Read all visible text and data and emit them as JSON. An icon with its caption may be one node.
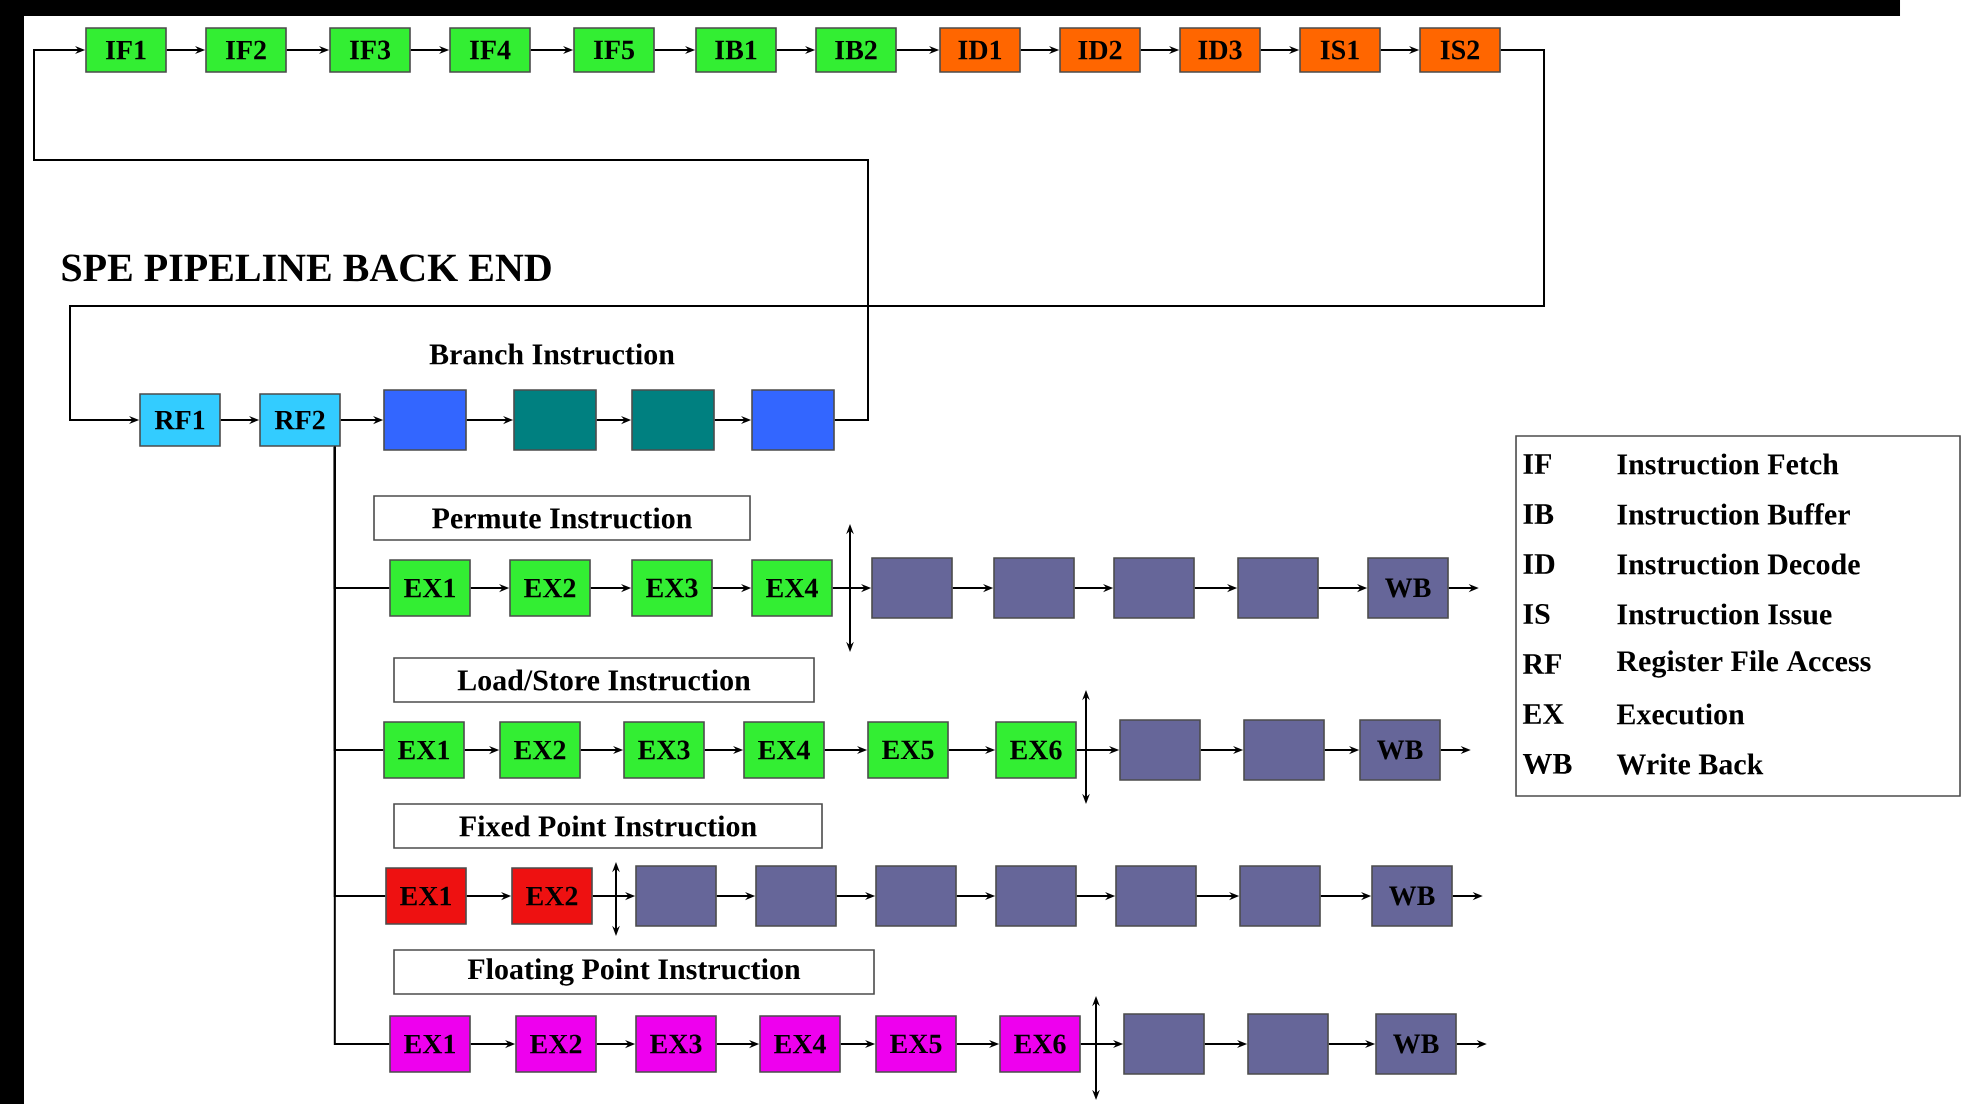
{
  "diagram": {
    "nodes": [
      {
        "text": [
          "IF1"
        ]
      },
      {
        "text": [
          "IF2"
        ]
      },
      {
        "text": [
          "IF3"
        ]
      },
      {
        "text": [
          "IF4"
        ]
      },
      {
        "text": [
          "IF5"
        ]
      },
      {
        "text": [
          "IB1"
        ]
      },
      {
        "text": [
          "IB2"
        ]
      },
      {
        "text": [
          "ID1"
        ]
      },
      {
        "text": [
          "ID2"
        ]
      },
      {
        "text": [
          "ID3"
        ]
      },
      {
        "text": [
          "IS1"
        ]
      },
      {
        "text": [
          "IS2"
        ]
      },
      {
        "text": [
          "RF1"
        ]
      },
      {
        "text": [
          "RF2"
        ]
      },
      {
        "text": [],
        "shape": "box"
      },
      {
        "text": [],
        "shape": "box"
      },
      {
        "text": [],
        "shape": "box"
      },
      {
        "text": [],
        "shape": "box"
      },
      {
        "text": [
          "Permute Instruction"
        ]
      },
      {
        "text": [
          "EX1"
        ]
      },
      {
        "text": [
          "EX2"
        ]
      },
      {
        "text": [
          "EX3"
        ]
      },
      {
        "text": [
          "EX4"
        ]
      },
      {
        "text": [],
        "shape": "box"
      },
      {
        "text": [],
        "shape": "box"
      },
      {
        "text": [],
        "shape": "box"
      },
      {
        "text": [],
        "shape": "box"
      },
      {
        "text": [
          "WB"
        ]
      },
      {
        "text": [
          "Load/Store Instruction"
        ]
      },
      {
        "text": [
          "EX1"
        ]
      },
      {
        "text": [
          "EX2"
        ]
      },
      {
        "text": [
          "EX3"
        ]
      },
      {
        "text": [
          "EX4"
        ]
      },
      {
        "text": [
          "EX5"
        ]
      },
      {
        "text": [
          "EX6"
        ]
      },
      {
        "text": [],
        "shape": "box"
      },
      {
        "text": [],
        "shape": "box"
      },
      {
        "text": [
          "WB"
        ]
      },
      {
        "text": [
          "Fixed Point Instruction"
        ]
      },
      {
        "text": [
          "EX1"
        ]
      },
      {
        "text": [
          "EX2"
        ]
      },
      {
        "text": [],
        "shape": "box"
      },
      {
        "text": [],
        "shape": "box"
      },
      {
        "text": [],
        "shape": "box"
      },
      {
        "text": [],
        "shape": "box"
      },
      {
        "text": [],
        "shape": "box"
      },
      {
        "text": [],
        "shape": "box"
      },
      {
        "text": [
          "WB"
        ]
      },
      {
        "text": [
          "Floating Point Instruction"
        ]
      },
      {
        "text": [
          "EX1"
        ]
      },
      {
        "text": [
          "EX2"
        ]
      },
      {
        "text": [
          "EX3"
        ]
      },
      {
        "text": [
          "EX4"
        ]
      },
      {
        "text": [
          "EX5"
        ]
      },
      {
        "text": [
          "EX6"
        ]
      },
      {
        "text": [],
        "shape": "box"
      },
      {
        "text": [],
        "shape": "box"
      },
      {
        "text": [
          "WB"
        ]
      }
    ],
    "edges": [
      {
        "from": 0,
        "to": 1,
        "arrow": "to"
      },
      {
        "from": 1,
        "to": 2,
        "arrow": "to"
      },
      {
        "from": 2,
        "to": 3,
        "arrow": "to"
      },
      {
        "from": 3,
        "to": 4,
        "arrow": "to"
      },
      {
        "from": 4,
        "to": 5,
        "arrow": "to"
      },
      {
        "from": 5,
        "to": 6,
        "arrow": "to"
      },
      {
        "from": 6,
        "to": 7,
        "arrow": "to"
      },
      {
        "from": 7,
        "to": 8,
        "arrow": "to"
      },
      {
        "from": 8,
        "to": 9,
        "arrow": "to"
      },
      {
        "from": 9,
        "to": 10,
        "arrow": "to"
      },
      {
        "from": 10,
        "to": 11,
        "arrow": "to"
      },
      {
        "from": 11,
        "to": 12,
        "arrow": "to"
      },
      {
        "from": 12,
        "to": 13,
        "arrow": "to"
      },
      {
        "from": 13,
        "to": 14,
        "arrow": "to"
      },
      {
        "from": 14,
        "to": 15,
        "arrow": "to"
      },
      {
        "from": 15,
        "to": 16,
        "arrow": "to"
      },
      {
        "from": 16,
        "to": 17,
        "arrow": "to"
      },
      {
        "from": 17,
        "to": 0,
        "arrow": "to"
      },
      {
        "from": 13,
        "to": 19,
        "arrow": "none"
      },
      {
        "from": 13,
        "to": 29,
        "arrow": "none"
      },
      {
        "from": 13,
        "to": 39,
        "arrow": "none"
      },
      {
        "from": 13,
        "to": 49,
        "arrow": "none"
      },
      {
        "from": 19,
        "to": 20,
        "arrow": "to"
      },
      {
        "from": 20,
        "to": 21,
        "arrow": "to"
      },
      {
        "from": 21,
        "to": 22,
        "arrow": "to"
      },
      {
        "from": 22,
        "to": 23,
        "arrow": "to"
      },
      {
        "from": 23,
        "to": 24,
        "arrow": "to"
      },
      {
        "from": 24,
        "to": 25,
        "arrow": "to"
      },
      {
        "from": 25,
        "to": 26,
        "arrow": "to"
      },
      {
        "from": 26,
        "to": 27,
        "arrow": "to"
      },
      {
        "from": 27,
        "to": null,
        "arrow": "to"
      },
      {
        "from": 29,
        "to": 30,
        "arrow": "to"
      },
      {
        "from": 30,
        "to": 31,
        "arrow": "to"
      },
      {
        "from": 31,
        "to": 32,
        "arrow": "to"
      },
      {
        "from": 32,
        "to": 33,
        "arrow": "to"
      },
      {
        "from": 33,
        "to": 34,
        "arrow": "to"
      },
      {
        "from": 34,
        "to": 35,
        "arrow": "to"
      },
      {
        "from": 35,
        "to": 36,
        "arrow": "to"
      },
      {
        "from": 36,
        "to": 37,
        "arrow": "to"
      },
      {
        "from": 37,
        "to": null,
        "arrow": "to"
      },
      {
        "from": 39,
        "to": 40,
        "arrow": "to"
      },
      {
        "from": 40,
        "to": 41,
        "arrow": "to"
      },
      {
        "from": 41,
        "to": 42,
        "arrow": "to"
      },
      {
        "from": 42,
        "to": 43,
        "arrow": "to"
      },
      {
        "from": 43,
        "to": 44,
        "arrow": "to"
      },
      {
        "from": 44,
        "to": 45,
        "arrow": "to"
      },
      {
        "from": 45,
        "to": 46,
        "arrow": "to"
      },
      {
        "from": 46,
        "to": 47,
        "arrow": "to"
      },
      {
        "from": 47,
        "to": null,
        "arrow": "to"
      },
      {
        "from": 49,
        "to": 50,
        "arrow": "to"
      },
      {
        "from": 50,
        "to": 51,
        "arrow": "to"
      },
      {
        "from": 51,
        "to": 52,
        "arrow": "to"
      },
      {
        "from": 52,
        "to": 53,
        "arrow": "to"
      },
      {
        "from": 53,
        "to": 54,
        "arrow": "to"
      },
      {
        "from": 54,
        "to": 55,
        "arrow": "to"
      },
      {
        "from": 55,
        "to": 56,
        "arrow": "to"
      },
      {
        "from": 56,
        "to": 57,
        "arrow": "to"
      },
      {
        "from": 57,
        "to": null,
        "arrow": "to"
      }
    ],
    "labels": [
      "SPE PIPELINE BACK END",
      "Branch Instruction",
      "IF",
      "Instruction Fetch",
      "IB",
      "Instruction Buffer",
      "ID",
      "Instruction Decode",
      "IS",
      "Instruction Issue",
      "RF",
      "Register File Access",
      "EX",
      "Execution",
      "WB",
      "Write Back"
    ]
  }
}
